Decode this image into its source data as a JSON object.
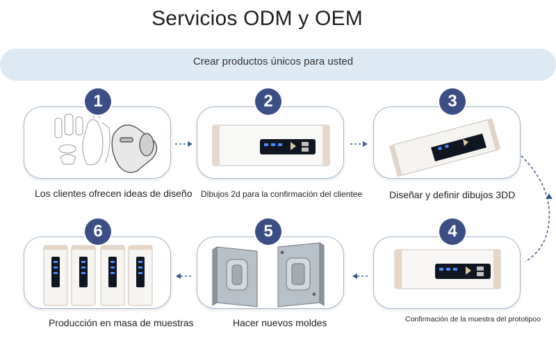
{
  "header": {
    "title": "Servicios ODM y OEM",
    "subtitle": "Crear productos únicos para usted"
  },
  "steps": [
    {
      "number": "1",
      "caption": "Los clientes ofrecen ideas de diseño"
    },
    {
      "number": "2",
      "caption": "Dibujos 2d para la confirmación del clientee"
    },
    {
      "number": "3",
      "caption": "Diseñar y definir dibujos 3DD"
    },
    {
      "number": "4",
      "caption": "Confirmación de la muestra del prototipoo"
    },
    {
      "number": "5",
      "caption": "Hacer nuevos moldes"
    },
    {
      "number": "6",
      "caption": "Producción en masa de muestras"
    }
  ],
  "colors": {
    "badge": "#3b4f86",
    "subtitle_bar": "#dde9f3",
    "card_border": "#9fb4c9",
    "arrow": "#3b5a85"
  },
  "icons": {
    "step1": "sketch-drawing-icon",
    "step2": "device-2d-drawing-icon",
    "step3": "device-3d-render-icon",
    "step4": "device-prototype-icon",
    "step5": "mold-icon",
    "step6": "mass-production-devices-icon"
  }
}
